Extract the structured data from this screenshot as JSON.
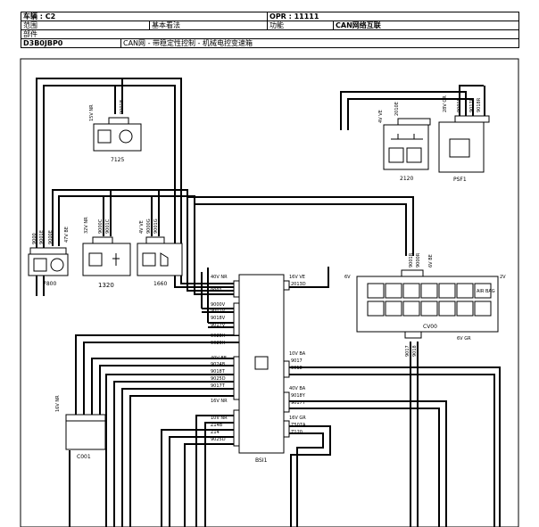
{
  "header": {
    "vehicle_label": "车辆 : C2",
    "opr_label": "OPR : 11111",
    "range_label": "范围",
    "basic_label": "基本看法",
    "function_label": "功能",
    "function_value": "CAN网络互联",
    "part_label": "部件",
    "diagram_code": "D3B0JBP0",
    "diagram_title": "CAN网 - 带稳定性控制 - 机械电控变速箱"
  },
  "components": {
    "c7125": "7125",
    "c7800": "7800",
    "c1320": "1320",
    "c1660": "1660",
    "c2120": "2120",
    "psf1": "PSF1",
    "cv00": "CV00",
    "bsi1": "BSI1",
    "c001": "C001"
  },
  "connectors": {
    "k7125": "15V NR",
    "k7800": "47V BE",
    "k1320": "32V NR",
    "k1660": "4V VE",
    "k2120": "4V VE",
    "kpsf1": "28V GR",
    "kcv00_top": "6V BE",
    "kcv00_left": "6V",
    "kcv00_bot": "6V GR",
    "kc001": "16V NR",
    "bsi_a": "40V NR",
    "bsi_b": "16V VE",
    "bsi_c": "40V BE",
    "bsi_d": "10V BA",
    "bsi_e": "40V BA",
    "bsi_f": "16V NR",
    "bsi_g": "10V NR",
    "bsi_h": "16V GR",
    "bsi_i": "2V"
  },
  "wires": {
    "w9000a": "9000",
    "w9001": "9001",
    "w9001b": "9001B",
    "w9001e": "9001E",
    "w9000e": "9000E",
    "w9000c": "9000C",
    "w9001c": "9001C",
    "w9000g": "9000G",
    "w9001g": "9001G",
    "w9000v": "9000V",
    "w9001v": "9001V",
    "w9018v": "9018V",
    "w9017v": "9017V",
    "w9028x": "9028X",
    "w9029x": "9029X",
    "w9024b": "9024B",
    "w9018t": "9018T",
    "w9025d": "9025D",
    "w9017t": "9017T",
    "w9017": "9017",
    "w9018": "9018",
    "w9018y": "9018Y",
    "w9017y": "9017Y",
    "w2013d": "2013D",
    "w2507a": "Z507A",
    "wz120": "Z120",
    "wz14b": "Z14B",
    "wz14": "Z14",
    "w9025d2": "9025D",
    "w2010e": "2010E",
    "w9001r": "9001R",
    "w9000r": "9000R",
    "w9018z": "9018",
    "w9017z": "9017",
    "w9001rr": "9001R",
    "w9017r": "9017R",
    "w9018r": "9018R"
  },
  "cv00_icons": [
    "AIR BAG"
  ]
}
